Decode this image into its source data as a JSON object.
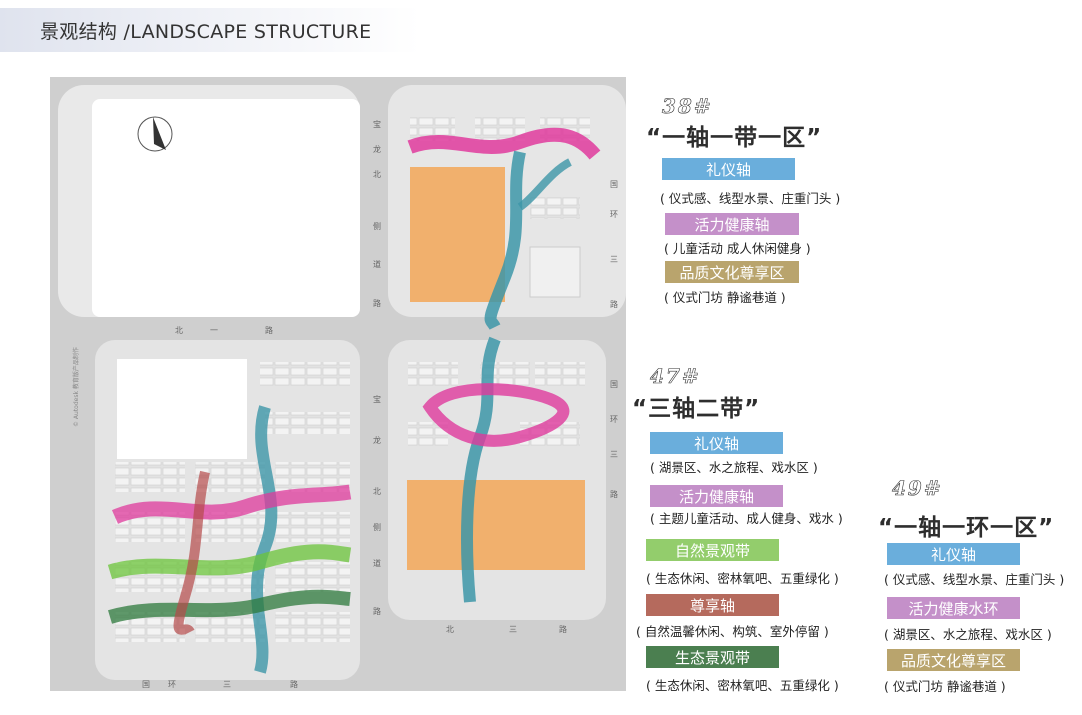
{
  "header": {
    "title": "景观结构 /LANDSCAPE STRUCTURE"
  },
  "map": {
    "road_labels": {
      "baolong_north_side_road_38": [
        "宝",
        "龙",
        "北",
        "侧",
        "道",
        "路"
      ],
      "north_one_road": [
        "北",
        "一",
        "路"
      ],
      "baolong_north_side_road_47": [
        "宝",
        "龙",
        "北",
        "侧",
        "道",
        "路"
      ],
      "guohuan_three_road": [
        "国",
        "环",
        "三",
        "路"
      ],
      "north_three_road": [
        "北",
        "三",
        "路"
      ],
      "guohuan_three_road_right_38": [
        "国",
        "环",
        "三",
        "路"
      ],
      "guohuan_three_road_right_47": [
        "国",
        "环",
        "三",
        "路"
      ]
    },
    "watermark": "© Autodesk 教育版产品制作"
  },
  "colors": {
    "ceremonial_axis": "#6aaedc",
    "vitality_axis": "#c490c9",
    "culture_zone": "#b9a46d",
    "natural_belt": "#93cd6c",
    "premium_axis": "#b56a5d",
    "eco_belt": "#4b7f50",
    "pink_band": "#df3a9c",
    "teal_band": "#3d96a8",
    "orange_block": "#f3a95c"
  },
  "groups": [
    {
      "number": "38#",
      "title": "“一轴一带一区”",
      "items": [
        {
          "label": "礼仪轴",
          "desc": "( 仪式感、线型水景、庄重门头 )",
          "color": "#6aaedc"
        },
        {
          "label": "活力健康轴",
          "desc": "( 儿童活动 成人休闲健身 )",
          "color": "#c490c9"
        },
        {
          "label": "品质文化尊享区",
          "desc": "( 仪式门坊 静谧巷道 )",
          "color": "#b9a46d"
        }
      ]
    },
    {
      "number": "47#",
      "title": "“三轴二带”",
      "items": [
        {
          "label": "礼仪轴",
          "desc": "( 湖景区、水之旅程、戏水区 )",
          "color": "#6aaedc"
        },
        {
          "label": "活力健康轴",
          "desc": "( 主题儿童活动、成人健身、戏水 )",
          "color": "#c490c9"
        },
        {
          "label": "自然景观带",
          "desc": "( 生态休闲、密林氧吧、五重绿化 )",
          "color": "#93cd6c"
        },
        {
          "label": "尊享轴",
          "desc": "( 自然温馨休闲、构筑、室外停留 )",
          "color": "#b56a5d"
        },
        {
          "label": "生态景观带",
          "desc": "( 生态休闲、密林氧吧、五重绿化 )",
          "color": "#4b7f50"
        }
      ]
    },
    {
      "number": "49#",
      "title": "“一轴一环一区”",
      "items": [
        {
          "label": "礼仪轴",
          "desc": "( 仪式感、线型水景、庄重门头 )",
          "color": "#6aaedc"
        },
        {
          "label": "活力健康水环",
          "desc": "( 湖景区、水之旅程、戏水区 )",
          "color": "#c490c9"
        },
        {
          "label": "品质文化尊享区",
          "desc": "( 仪式门坊 静谧巷道 )",
          "color": "#b9a46d"
        }
      ]
    }
  ]
}
